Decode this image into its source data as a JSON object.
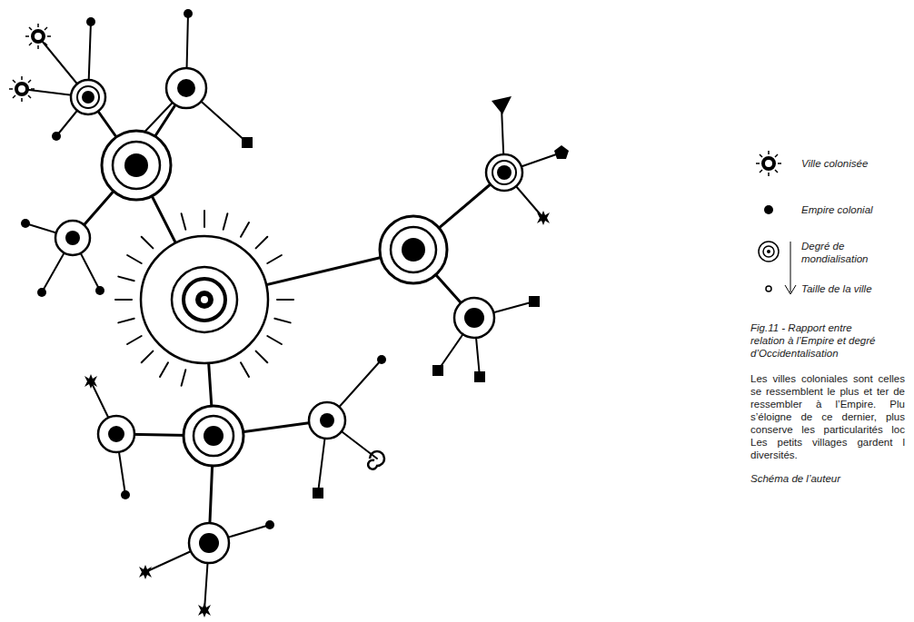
{
  "diagram": {
    "caption": "Fig.11 - Rapport entre relation à l’Empire et degré d’Occidentalisation",
    "labels": [
      "Les villes coloniales sont celles se ressemblent le plus et ter de ressembler à l’Empire. Plu s’éloigne de ce dernier, plus conserve les particularités loc Les petits villages gardent l diversités.",
      "Schéma de l’auteur"
    ],
    "legend": [
      {
        "text": "Ville colonisée"
      },
      {
        "text": "Empire colonial"
      },
      {
        "text": "Degré de mondialisation"
      },
      {
        "text": "Taille de la ville"
      }
    ]
  }
}
